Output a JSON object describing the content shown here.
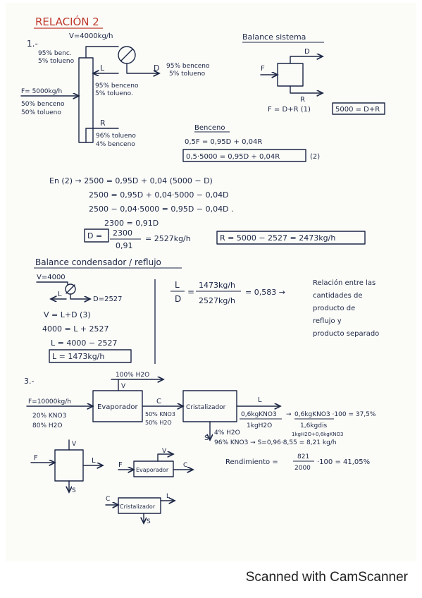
{
  "title": "RELACIÓN 2",
  "ex1": {
    "number": "1.-",
    "v_top": "V=4000kg/h",
    "top_stream": [
      "95% benc.",
      "5% tolueno"
    ],
    "l_label": "L",
    "d_label": "D",
    "d_comp": [
      "95% benceno",
      "5% tolueno"
    ],
    "l_comp": [
      "95% benceno",
      "5% tolueno."
    ],
    "feed": [
      "F= 5000kg/h",
      "50% benceno",
      "50% tolueno"
    ],
    "r_label": "R",
    "r_comp": [
      "96% tolueno",
      "4% benceno"
    ]
  },
  "balance_sistema": {
    "heading": "Balance sistema",
    "labels": {
      "d": "D",
      "f": "F",
      "r": "R"
    },
    "eq": "F = D+R (1)",
    "boxed": "5000 = D+R"
  },
  "benceno": {
    "heading": "Benceno",
    "eq1": "0,5F = 0,95D + 0,04R",
    "boxed": "0,5·5000 = 0,95D + 0,04R",
    "tag": "(2)"
  },
  "solve": [
    "En (2) → 2500 = 0,95D + 0,04 (5000 − D)",
    "2500 = 0,95D + 0,04·5000 − 0,04D",
    "2500 − 0,04·5000 = 0,95D − 0,04D .",
    "2300 = 0,91D"
  ],
  "result_d": {
    "lhs": "D =",
    "num": "2300",
    "den": "0,91",
    "rhs": "= 2527kg/h"
  },
  "result_r": "R = 5000 − 2527 = 2473kg/h",
  "condensador": {
    "heading": "Balance condensador / reflujo",
    "v_label": "V=4000",
    "l_label": "L",
    "d_label": "D=2527",
    "eq": [
      "V = L+D (3)",
      "4000 = L + 2527",
      "L = 4000 − 2527"
    ],
    "boxed": "L = 1473kg/h",
    "ratio_lhs_num": "L",
    "ratio_lhs_den": "D",
    "ratio_num": "1473kg/h",
    "ratio_den": "2527kg/h",
    "ratio_val": "= 0,583 →",
    "note": [
      "Relación entre las",
      "cantidades de",
      "producto de",
      "reflujo y",
      "producto separado"
    ]
  },
  "ex3": {
    "number": "3.-",
    "v_out": "100% H2O",
    "v_label": "V",
    "feed": [
      "F=10000kg/h",
      "20% KNO3",
      "80% H2O"
    ],
    "evap": "Evaporador",
    "c_label": "C",
    "c_comp": [
      "50% KNO3",
      "50% H2O"
    ],
    "cryst": "Cristalizador",
    "l_label": "L",
    "l_num": "0,6kgKNO3",
    "l_den": "1kgH2O",
    "l_result": "0,6kgKNO3 ·100 = 37,5%",
    "l_result_den": "1,6kgdis",
    "l_result_sub": "1kgH2O+0,6kgKNO3",
    "s_label": "S",
    "s_comp": [
      "4% H2O",
      "96% KNO3 → S=0,96·8,55 = 8,21 kg/h"
    ],
    "yield_lhs": "Rendimiento =",
    "yield_num": "821",
    "yield_den": "2000",
    "yield_rhs": "·100 = 41,05%",
    "sk_f": "F",
    "sk_l": "L",
    "sk_v": "V",
    "sk_s": "S",
    "sk_evap": "Evaporador",
    "sk_c": "C",
    "sk_cryst": "Cristalizador"
  },
  "footer": "Scanned with CamScanner"
}
